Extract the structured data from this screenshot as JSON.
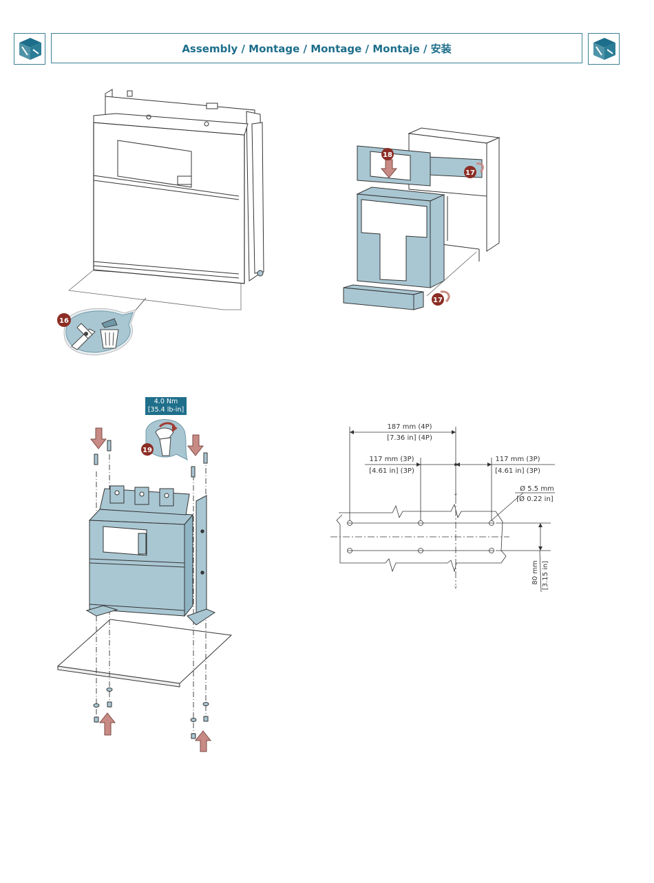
{
  "header": {
    "title": "Assembly / Montage / Montage / Montaje / 安装",
    "left_icon": "assembly-box-icon",
    "right_icon": "assembly-box-icon"
  },
  "steps": {
    "s16": "16",
    "s17a": "17",
    "s17b": "17",
    "s18": "18",
    "s19": "19"
  },
  "torque": {
    "metric": "4.0 Nm",
    "imperial": "[35.4 lb-in]"
  },
  "dimensions": {
    "width_4p_mm": "187 mm (4P)",
    "width_4p_in": "[7.36 in] (4P)",
    "left_3p_mm": "117 mm (3P)",
    "left_3p_in": "[4.61 in] (3P)",
    "right_3p_mm": "117 mm (3P)",
    "right_3p_in": "[4.61 in] (3P)",
    "hole_mm": "Ø 5.5 mm",
    "hole_in": "[Ø 0.22 in]",
    "height_mm": "80 mm",
    "height_in": "[3.15 in]",
    "axis_top": "Y",
    "axis_bottom": "Y"
  },
  "colors": {
    "accent": "#1d6e8a",
    "part_fill": "#a9c7d3",
    "badge": "#8b2d24",
    "arrow": "#c88a84"
  }
}
